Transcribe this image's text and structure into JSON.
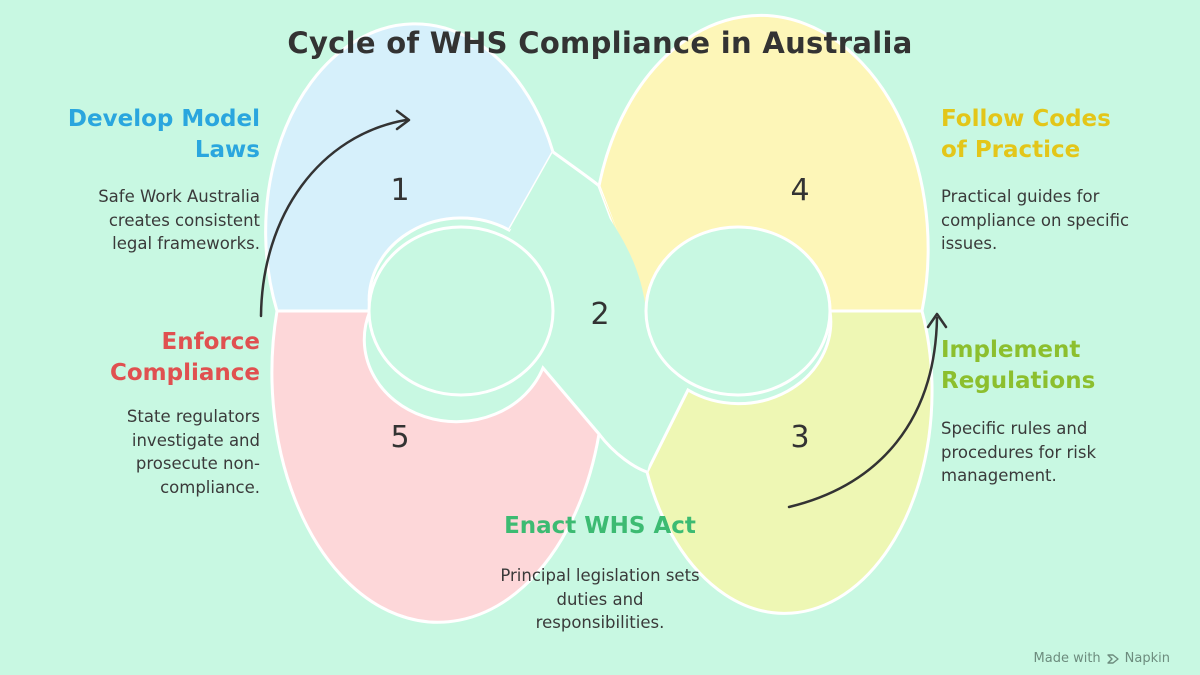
{
  "title": "Cycle of WHS Compliance in Australia",
  "steps": [
    {
      "number": "1",
      "heading_lines": [
        "Develop Model",
        "Laws"
      ],
      "description_lines": [
        "Safe Work Australia",
        "creates consistent",
        "legal frameworks."
      ],
      "color": "#2aa6de",
      "fill": "#d6f0fb"
    },
    {
      "number": "2",
      "heading_lines": [
        "Enact WHS Act"
      ],
      "description_lines": [
        "Principal legislation sets",
        "duties and",
        "responsibilities."
      ],
      "color": "#3cbb72",
      "fill": "#c8f8e2"
    },
    {
      "number": "3",
      "heading_lines": [
        "Implement",
        "Regulations"
      ],
      "description_lines": [
        "Specific rules and",
        "procedures for risk",
        "management."
      ],
      "color": "#8cbf2e",
      "fill": "#eef7b4"
    },
    {
      "number": "4",
      "heading_lines": [
        "Follow Codes",
        "of Practice"
      ],
      "description_lines": [
        "Practical guides for",
        "compliance on specific",
        "issues."
      ],
      "color": "#e3c619",
      "fill": "#fdf6b8"
    },
    {
      "number": "5",
      "heading_lines": [
        "Enforce",
        "Compliance"
      ],
      "description_lines": [
        "State regulators",
        "investigate and",
        "prosecute non-",
        "compliance."
      ],
      "color": "#e05050",
      "fill": "#fdd7d9"
    }
  ],
  "watermark": {
    "prefix": "Made with",
    "brand": "Napkin"
  }
}
